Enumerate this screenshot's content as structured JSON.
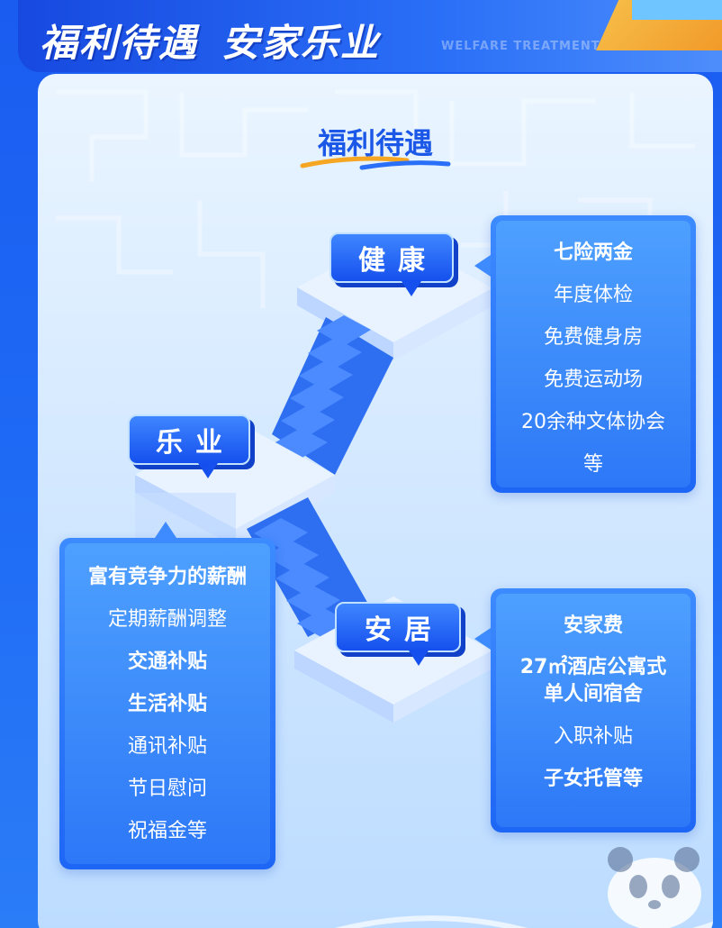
{
  "header": {
    "title_part1": "福利待遇",
    "title_part2": "安家乐业",
    "subtitle_en": "WELFARE TREATMENT"
  },
  "section": {
    "title": "福利待遇"
  },
  "tags": {
    "health": "健康",
    "career": "乐业",
    "housing": "安居"
  },
  "cards": {
    "health": {
      "items": [
        {
          "text": "七险两金",
          "bold": true
        },
        {
          "text": "年度体检",
          "bold": false
        },
        {
          "text": "免费健身房",
          "bold": false
        },
        {
          "text": "免费运动场",
          "bold": false
        },
        {
          "text": "20余种文体协会",
          "bold": false
        },
        {
          "text": "等",
          "bold": false
        }
      ]
    },
    "career": {
      "items": [
        {
          "text": "富有竞争力的薪酬",
          "bold": true
        },
        {
          "text": "定期薪酬调整",
          "bold": false
        },
        {
          "text": "交通补贴",
          "bold": true
        },
        {
          "text": "生活补贴",
          "bold": true
        },
        {
          "text": "通讯补贴",
          "bold": false
        },
        {
          "text": "节日慰问",
          "bold": false
        },
        {
          "text": "祝福金等",
          "bold": false
        }
      ]
    },
    "housing": {
      "items": [
        {
          "text": "安家费",
          "bold": true
        },
        {
          "text": "27㎡酒店公寓式",
          "bold": true
        },
        {
          "text": "单人间宿舍",
          "bold": true
        },
        {
          "text": "入职补贴",
          "bold": false
        },
        {
          "text": "子女托管等",
          "bold": true
        }
      ]
    }
  },
  "colors": {
    "primary_blue": "#1e66f5",
    "accent_orange": "#f5a623",
    "panel_light": "#eaf5ff"
  }
}
